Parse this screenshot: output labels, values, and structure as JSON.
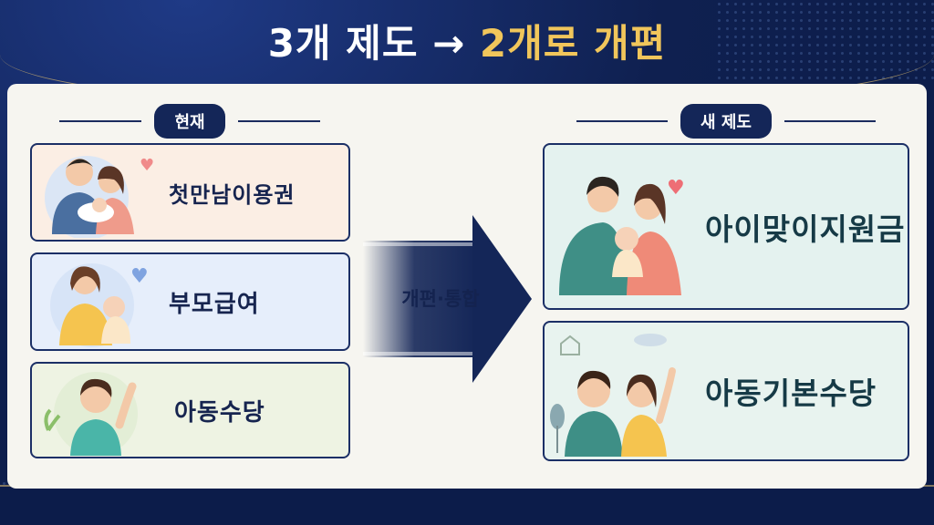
{
  "title": {
    "part1": "3개 제도 →",
    "part2": "2개로 개편"
  },
  "current": {
    "header": "현재",
    "items": [
      {
        "label": "첫만남이용권",
        "icon": "parents-with-baby-icon"
      },
      {
        "label": "부모급여",
        "icon": "mother-with-baby-icon"
      },
      {
        "label": "아동수당",
        "icon": "waving-child-icon"
      }
    ]
  },
  "transition": {
    "label": "개편·통합"
  },
  "new_system": {
    "header": "새 제도",
    "items": [
      {
        "label": "아이맞이지원금",
        "icon": "family-with-baby-icon"
      },
      {
        "label": "아동기본수당",
        "icon": "two-children-icon"
      }
    ]
  },
  "colors": {
    "navy": "#142658",
    "gold": "#f1c65b",
    "panel": "#f6f5f0",
    "teal_card": "#e4f2ef"
  }
}
